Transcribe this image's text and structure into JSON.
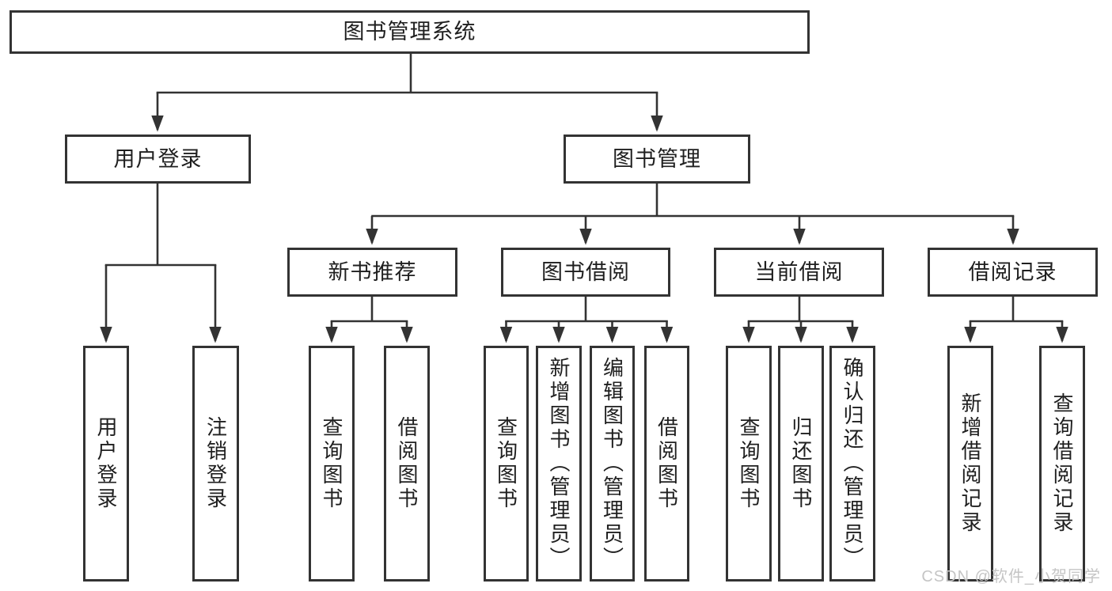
{
  "diagram": {
    "root": "图书管理系统",
    "level2": [
      "用户登录",
      "图书管理"
    ],
    "level3": [
      "新书推荐",
      "图书借阅",
      "当前借阅",
      "借阅记录"
    ],
    "leaves": {
      "user_login": [
        "用户登录",
        "注销登录"
      ],
      "new_book_recommend": [
        "查询图书",
        "借阅图书"
      ],
      "book_borrow": [
        "查询图书",
        "新增图书（管理员）",
        "编辑图书（管理员）",
        "借阅图书"
      ],
      "current_borrow": [
        "查询图书",
        "归还图书",
        "确认归还（管理员）"
      ],
      "borrow_record": [
        "新增借阅记录",
        "查询借阅记录"
      ]
    }
  },
  "watermark": "CSDN @软件_小贺同学",
  "colors": {
    "line": "#333333",
    "text": "#1f1f1f",
    "watermark": "#c5c5c5",
    "background": "#ffffff"
  }
}
